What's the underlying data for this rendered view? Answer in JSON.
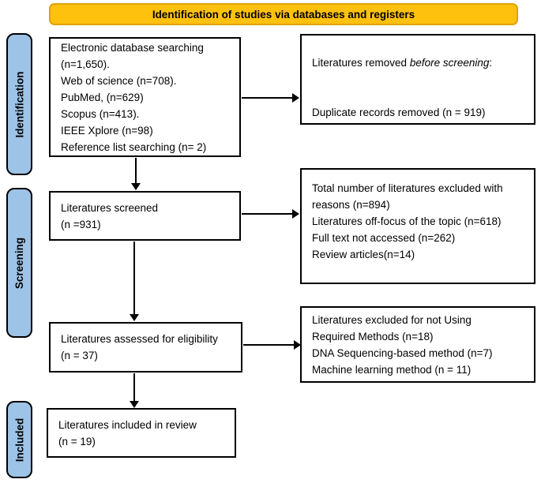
{
  "banner": {
    "label": "Identification of studies via databases and registers"
  },
  "colors": {
    "banner_fill": "#FEC10D",
    "banner_border": "#DFA206",
    "sidebar_fill": "#9DC3E6",
    "box_border": "#000000",
    "arrow": "#000000"
  },
  "sidebar": {
    "items": [
      {
        "label": "Identification"
      },
      {
        "label": "Screening"
      },
      {
        "label": "Included"
      }
    ]
  },
  "flow": {
    "search_box": {
      "lines": [
        "Electronic database searching",
        "(n=1,650).",
        "Web of science (n=708).",
        "PubMed, (n=629)",
        "Scopus (n=413).",
        "IEEE Xplore (n=98)",
        "Reference list searching (n= 2)"
      ]
    },
    "removed_box": {
      "line1_prefix": "Literatures removed ",
      "line1_italic": "before screening",
      "line1_suffix": ":",
      "line2": "Duplicate records removed (n = 919)"
    },
    "screened_box": {
      "lines": [
        "Literatures screened",
        "(n =931)"
      ]
    },
    "excluded_screening_box": {
      "lines": [
        "Total number of literatures excluded with",
        "reasons (n=894)",
        "Literatures off-focus of the topic (n=618)",
        "Full text not accessed (n=262)",
        "Review articles(n=14)"
      ]
    },
    "assessed_box": {
      "lines": [
        "Literatures assessed for eligibility",
        "(n = 37)"
      ]
    },
    "excluded_eligibility_box": {
      "lines": [
        "Literatures excluded for not Using",
        "Required Methods (n=18)",
        "DNA Sequencing-based method (n=7)",
        "Machine learning method (n = 11)"
      ]
    },
    "included_box": {
      "lines": [
        "Literatures included in review",
        "(n = 19)"
      ]
    }
  }
}
